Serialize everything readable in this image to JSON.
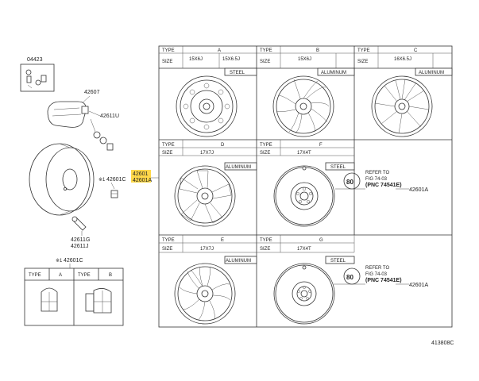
{
  "parts": {
    "p04423": "04423",
    "p42607": "42607",
    "p42611U": "42611U",
    "p42601C_main": "42601C",
    "p42601_hl": "42601",
    "p42601A_hl": "42601A",
    "p42611G": "42611G",
    "p42611J": "42611J",
    "p42601C_nut": "42601C",
    "star": "※1"
  },
  "nut_table": {
    "type_label": "TYPE",
    "type_a": "A",
    "type_b": "B"
  },
  "wheel_table": {
    "type_label": "TYPE",
    "size_label": "SIZE",
    "A": {
      "type": "A",
      "size1": "15X6J",
      "size2": "15X6.5J",
      "material": "STEEL"
    },
    "B": {
      "type": "B",
      "size": "15X6J",
      "material": "ALUMINUM"
    },
    "C": {
      "type": "C",
      "size": "16X6.5J",
      "material": "ALUMINUM"
    },
    "D": {
      "type": "D",
      "size": "17X7J",
      "material": "ALUMINUM"
    },
    "F": {
      "type": "F",
      "size": "17X4T",
      "material": "STEEL"
    },
    "E": {
      "type": "E",
      "size": "17X7J",
      "material": "ALUMINUM"
    },
    "G": {
      "type": "G",
      "size": "17X4T",
      "material": "STEEL"
    }
  },
  "refs": {
    "top": {
      "circle": "80",
      "line1": "REFER TO",
      "line2": "FIG 74-03",
      "line3": "(PNC 74541E)",
      "part": "42601A"
    },
    "bottom": {
      "circle": "80",
      "line1": "REFER TO",
      "line2": "FIG 74-03",
      "line3": "(PNC 74541E)",
      "part": "42601A"
    }
  },
  "diagram_code": "413808C",
  "colors": {
    "highlight": "#ffd84a",
    "line": "#333333"
  }
}
